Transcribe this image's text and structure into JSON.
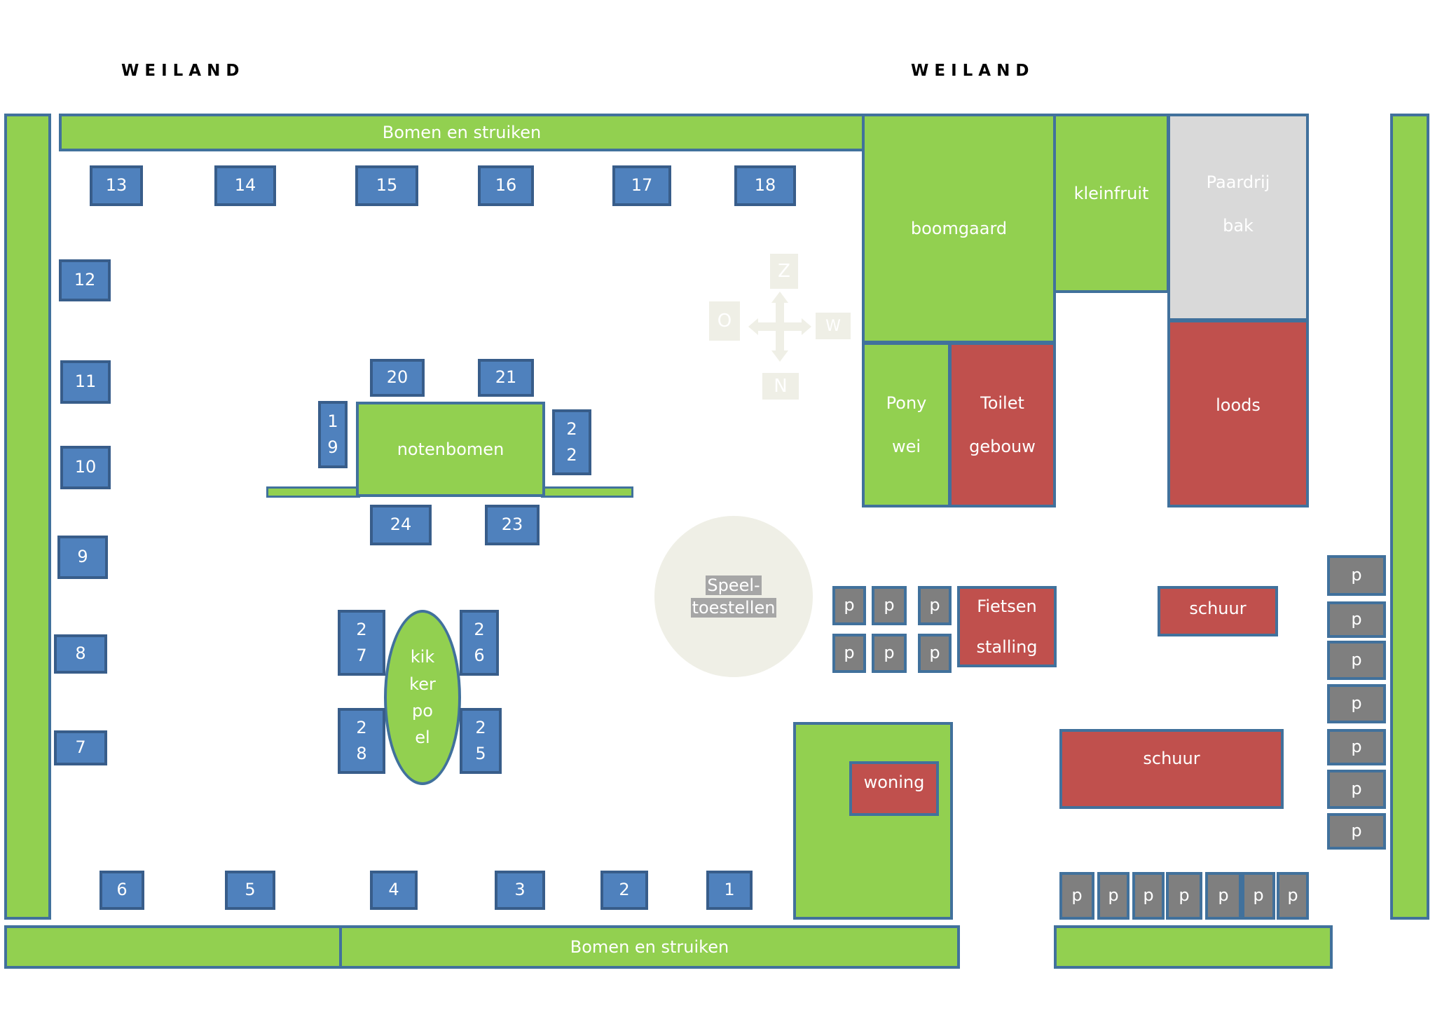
{
  "headings": {
    "left": "WEILAND",
    "right": "WEILAND"
  },
  "areas": {
    "trees_top": "Bomen en struiken",
    "trees_bottom": "Bomen en struiken",
    "boomgaard": "boomgaard",
    "kleinfruit": "kleinfruit",
    "paardrijbak": [
      "Paardrij",
      "bak"
    ],
    "ponywei": [
      "Pony",
      "wei"
    ],
    "toilet": [
      "Toilet",
      "gebouw"
    ],
    "loods": "loods",
    "notenbomen": "notenbomen",
    "kikkerpoel": [
      "kik",
      "ker",
      "po",
      "el"
    ],
    "speeltoestellen": [
      "Speel-",
      "toestellen"
    ],
    "fietsenstalling": [
      "Fietsen",
      "stalling"
    ],
    "schuur_small": "schuur",
    "schuur_large": "schuur",
    "woning": "woning"
  },
  "compass": {
    "top": "Z",
    "left": "O",
    "right": "W",
    "bottom": "N"
  },
  "plots": [
    "1",
    "2",
    "3",
    "4",
    "5",
    "6",
    "7",
    "8",
    "9",
    "10",
    "11",
    "12",
    "13",
    "14",
    "15",
    "16",
    "17",
    "18"
  ],
  "pond_plots": {
    "p19": [
      "1",
      "9"
    ],
    "p20": "20",
    "p21": "21",
    "p22": [
      "2",
      "2"
    ],
    "p23": "23",
    "p24": "24",
    "p25": [
      "2",
      "5"
    ],
    "p26": [
      "2",
      "6"
    ],
    "p27": [
      "2",
      "7"
    ],
    "p28": [
      "2",
      "8"
    ]
  },
  "parking_label": "p",
  "colors": {
    "green": "#92d050",
    "red": "#c0504d",
    "blue": "#4f81bd",
    "grey_parking": "#7f7f7f",
    "outline": "#41719c"
  }
}
